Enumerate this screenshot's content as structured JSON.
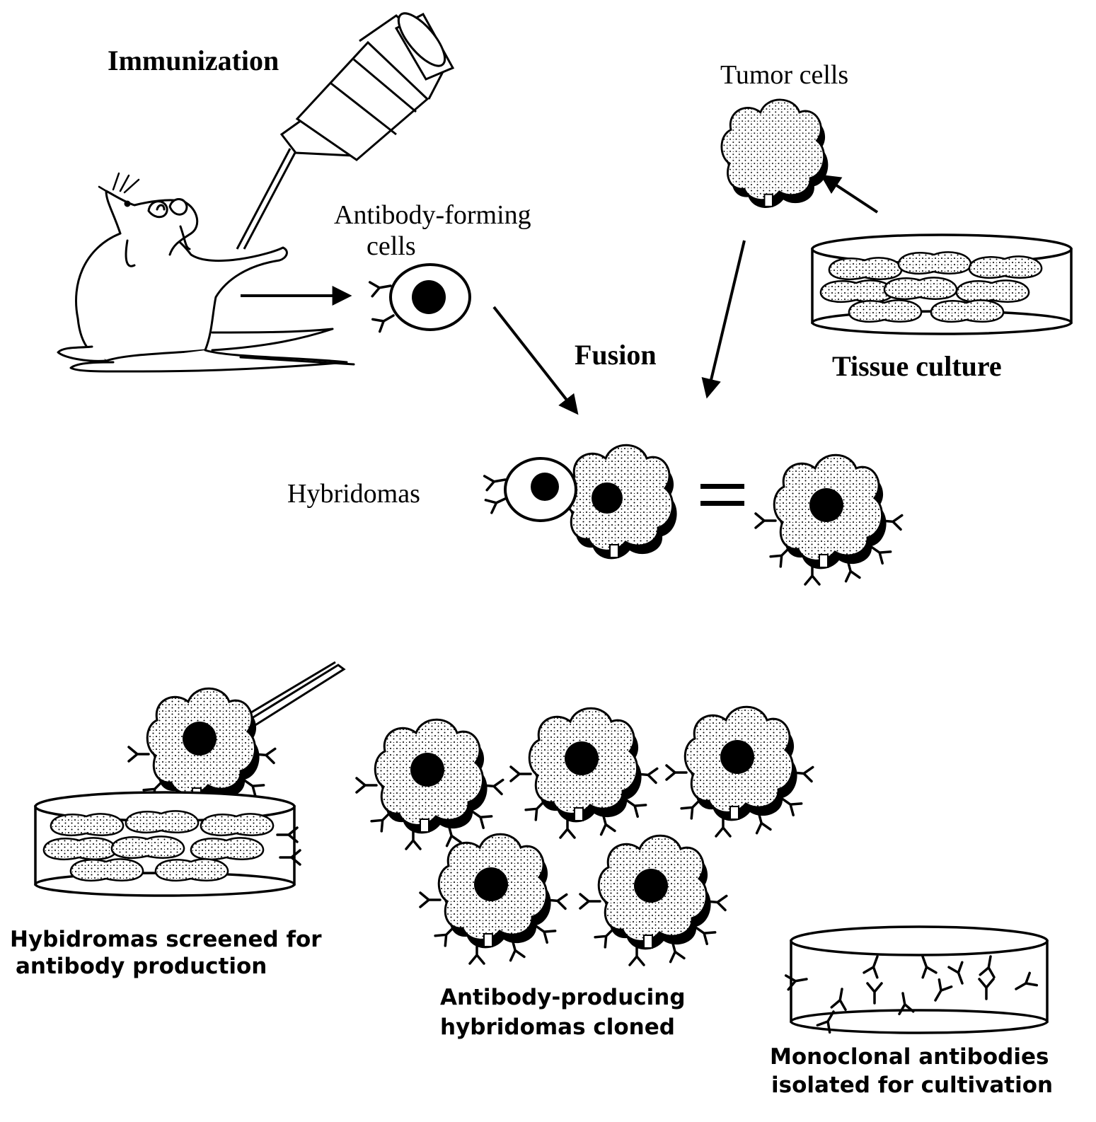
{
  "labels": {
    "immunization": "Immunization",
    "tumor_cells": "Tumor cells",
    "antibody_forming_cells_line1": "Antibody-forming",
    "antibody_forming_cells_line2": "cells",
    "fusion": "Fusion",
    "tissue_culture": "Tissue culture",
    "hybridomas": "Hybridomas",
    "equals": "=",
    "screened_line1": "Hybidromas screened for",
    "screened_line2": "antibody  production",
    "cloned_line1": "Antibody-producing",
    "cloned_line2": "hybridomas cloned",
    "isolated_line1": "Monoclonal antibodies",
    "isolated_line2": "isolated for cultivation"
  },
  "colors": {
    "ink": "#000000",
    "stipple": "#000000",
    "background": "#ffffff"
  }
}
